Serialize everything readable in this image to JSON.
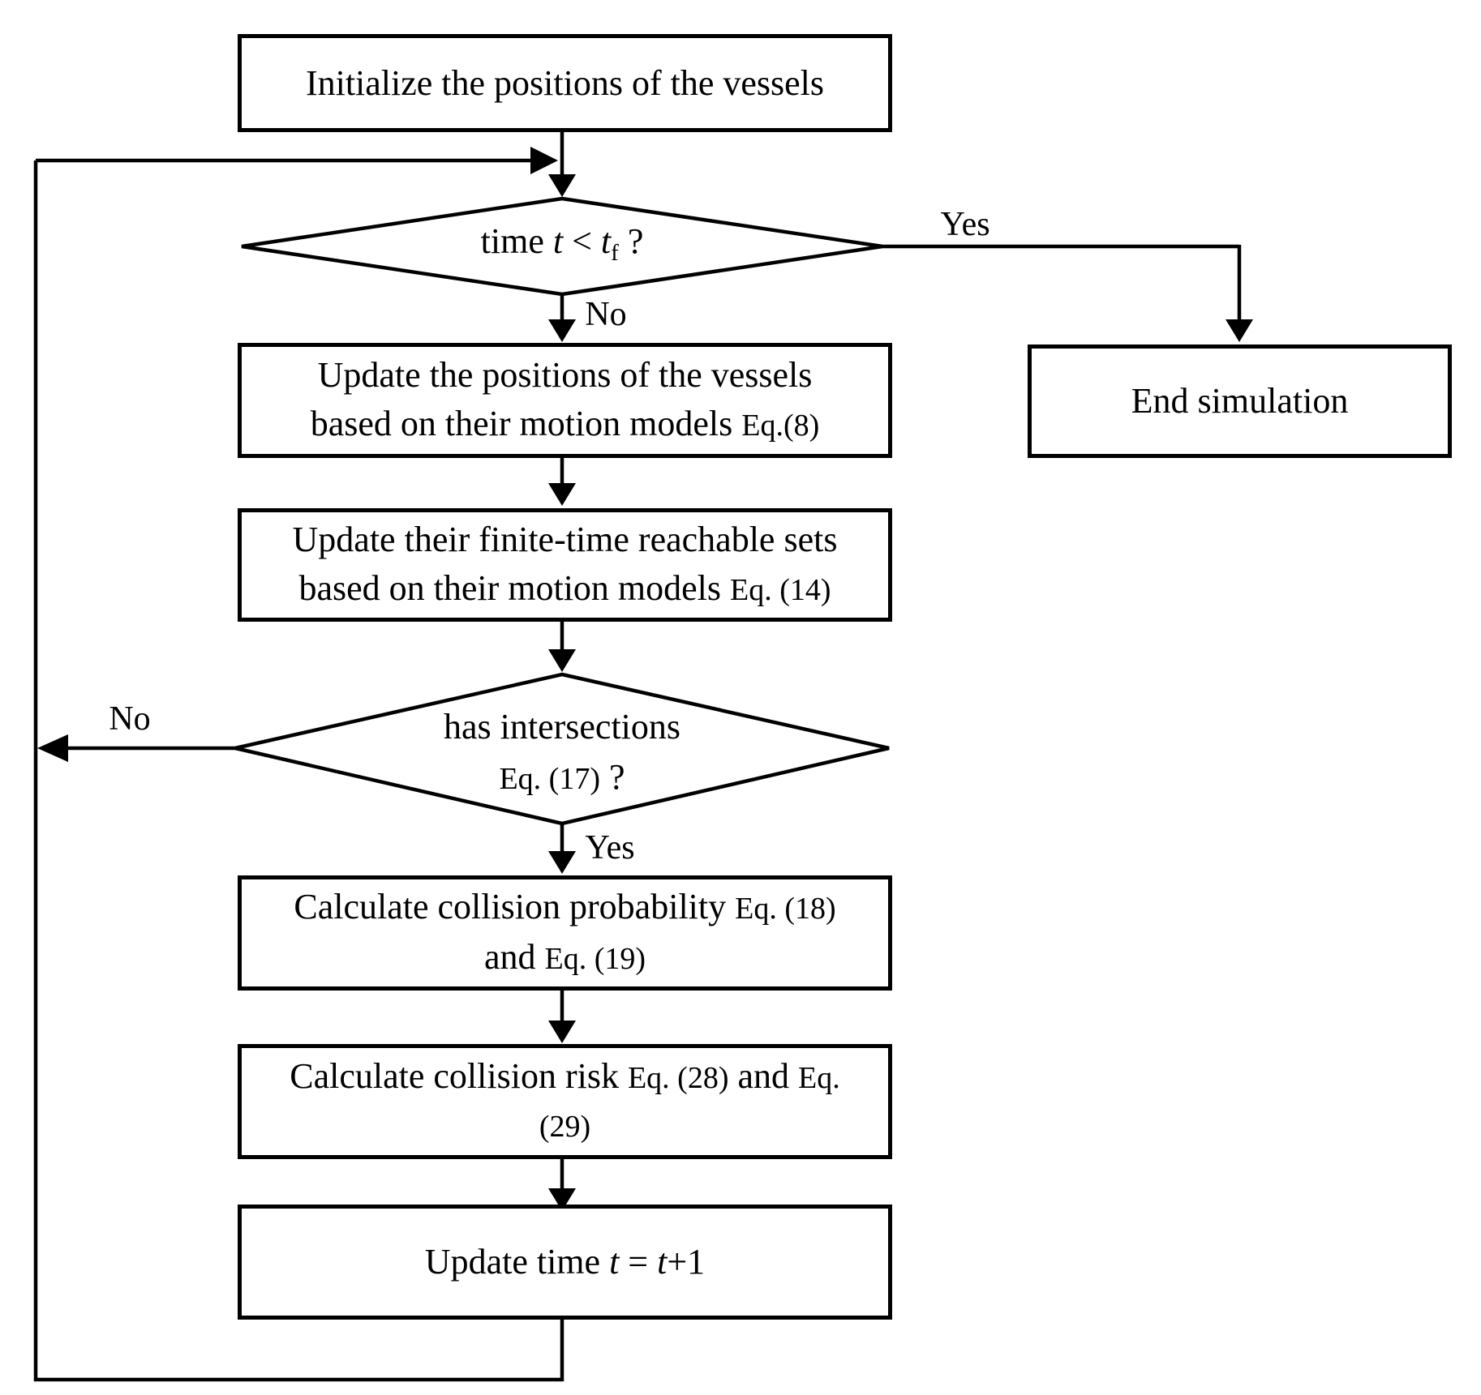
{
  "title": "Simulation flowchart",
  "colors": {
    "line": "#000000",
    "background": "#ffffff",
    "text": "#000000"
  },
  "nodes": {
    "init": {
      "text": "Initialize the positions of the vessels"
    },
    "d1": {
      "pre": "time ",
      "t1": "t",
      "lt": " < ",
      "t2": "t",
      "sub": "f",
      "q": " ?"
    },
    "update_pos": {
      "line1": "Update the positions of the vessels",
      "line2": "based on their motion models ",
      "eq": "Eq.(8)"
    },
    "end": {
      "text": "End simulation"
    },
    "update_sets": {
      "line1": "Update their finite-time reachable sets",
      "line2": "based on their motion models ",
      "eq": "Eq. (14)"
    },
    "d2": {
      "line1": "has intersections",
      "eq": "Eq. (17)",
      "q": " ?"
    },
    "calc_prob": {
      "line1": "Calculate collision probability ",
      "eq1": "Eq. (18)",
      "line2": "and ",
      "eq2": "Eq. (19)"
    },
    "calc_risk": {
      "line1": "Calculate collision risk ",
      "eq1": "Eq. (28)",
      "and": " and ",
      "eq2": "Eq.",
      "line2": "(29)"
    },
    "update_time": {
      "pre": "Update time ",
      "t1": "t",
      "eqsign": " = ",
      "t2": "t",
      "plus": "+1"
    }
  },
  "labels": {
    "yes1": "Yes",
    "no1": "No",
    "no2": "No",
    "yes2": "Yes"
  },
  "edges": [
    {
      "from": "init",
      "to": "d1"
    },
    {
      "from": "d1",
      "to": "end",
      "label": "Yes"
    },
    {
      "from": "d1",
      "to": "update_pos",
      "label": "No"
    },
    {
      "from": "update_pos",
      "to": "update_sets"
    },
    {
      "from": "update_sets",
      "to": "d2"
    },
    {
      "from": "d2",
      "to": "loop-left",
      "label": "No"
    },
    {
      "from": "d2",
      "to": "calc_prob",
      "label": "Yes"
    },
    {
      "from": "calc_prob",
      "to": "calc_risk"
    },
    {
      "from": "calc_risk",
      "to": "update_time"
    },
    {
      "from": "update_time",
      "to": "d1-entry",
      "label": ""
    }
  ]
}
